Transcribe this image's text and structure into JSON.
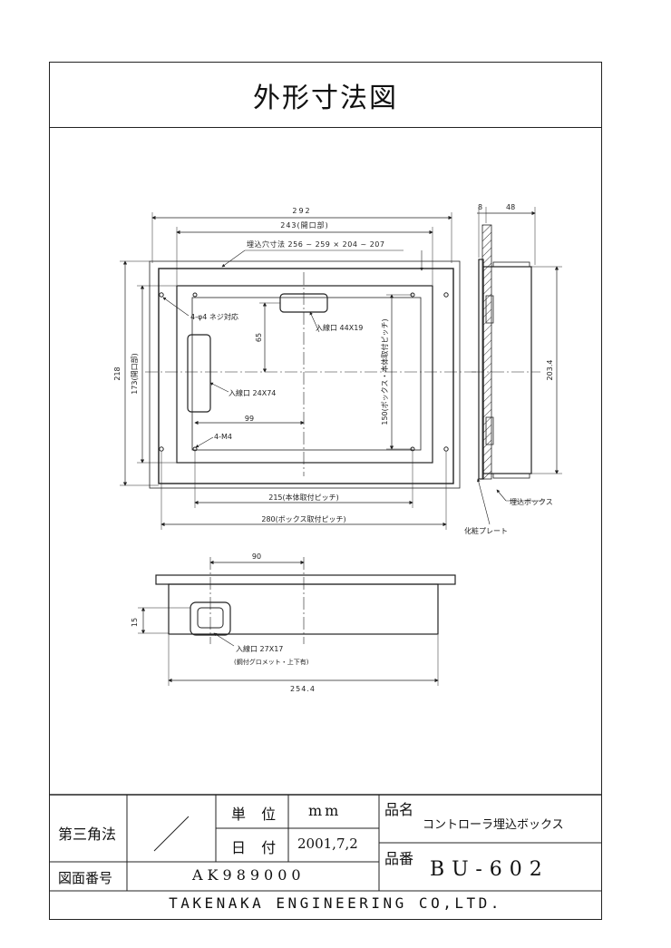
{
  "title": "外形寸法図",
  "front_view": {
    "dim_292": "292",
    "dim_243": "243(開口部)",
    "cutout_label": "埋込穴寸法 256 ~ 259 × 204 ~ 207",
    "dim_218": "218",
    "dim_173": "173(開口部)",
    "screw_label": "4-φ4 ネジ対応",
    "entry_top": "入線口 44X19",
    "dim_65": "65",
    "entry_left": "入線口 24X74",
    "dim_99": "99",
    "m4_label": "4-M4",
    "dim_150": "150(ボックス・本体取付ピッチ)",
    "dim_215": "215(本体取付ピッチ)",
    "dim_280": "280(ボックス取付ピッチ)"
  },
  "side_view": {
    "dim_8": "8",
    "dim_48": "48",
    "dim_203": "203.4",
    "box_label": "埋込ボックス",
    "plate_label": "化粧プレート"
  },
  "bottom_view": {
    "dim_90": "90",
    "dim_15": "15",
    "entry_label": "入線口 27X17",
    "entry_note": "(鋼付グロメット・上下有)",
    "dim_254": "254.4"
  },
  "title_block": {
    "method": "第三角法",
    "unit_label": "単 位",
    "unit_value": "mm",
    "date_label": "日 付",
    "date_value": "2001,7,2",
    "product_name_label": "品名",
    "product_name": "コントローラ埋込ボックス",
    "product_no_label": "品番",
    "product_no": "BU-602",
    "drawing_no_label": "図面番号",
    "drawing_no": "AK989000",
    "company": "TAKENAKA ENGINEERING CO,LTD."
  }
}
